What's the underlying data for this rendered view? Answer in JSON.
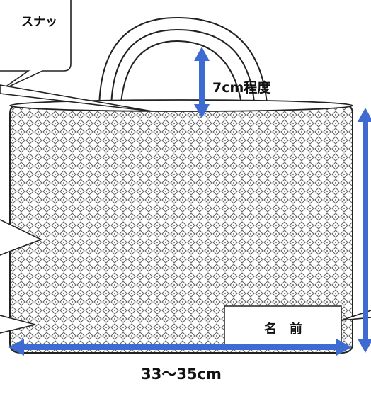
{
  "callout_top_text": "スナッ",
  "handle_height_label": "7cm程度",
  "width_label": "33〜35cm",
  "name_tag_text": "名　前",
  "colors": {
    "arrow": "#3d6bd1",
    "outline": "#222222",
    "pattern_dot": "#555555",
    "background": "#ffffff"
  }
}
